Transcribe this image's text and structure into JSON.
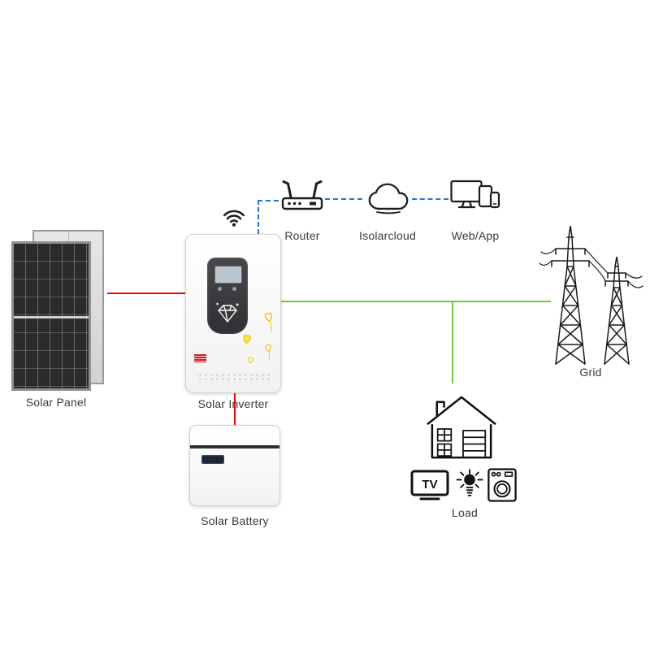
{
  "colors": {
    "pv_line": "#ff0000",
    "comm_line": "#1779d8",
    "grid_line": "#6fc93f"
  },
  "nodes": {
    "solar_panel": {
      "label": "Solar Panel"
    },
    "solar_inverter": {
      "label": "Solar Inverter"
    },
    "solar_battery": {
      "label": "Solar Battery"
    },
    "router": {
      "label": "Router"
    },
    "cloud": {
      "label": "Isolarcloud"
    },
    "web_app": {
      "label": "Web/App"
    },
    "grid": {
      "label": "Grid"
    },
    "load": {
      "label": "Load"
    },
    "tv": {
      "label": "TV"
    }
  }
}
